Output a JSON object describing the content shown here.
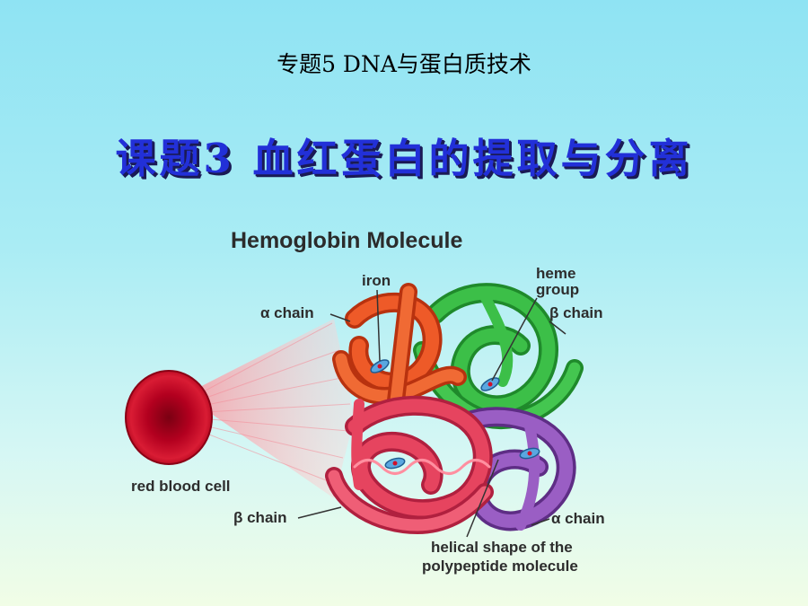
{
  "slide": {
    "subtitle": "专题5   DNA与蛋白质技术",
    "title": "课题3  血红蛋白的提取与分离"
  },
  "figure": {
    "title": "Hemoglobin Molecule",
    "labels": {
      "iron": "iron",
      "heme_line1": "heme",
      "heme_line2": "group",
      "alpha_chain_top": "α chain",
      "beta_chain_top": "β chain",
      "red_blood_cell": "red blood cell",
      "beta_chain_bottom": "β chain",
      "alpha_chain_bottom": "α chain",
      "helical_line1": "helical shape of the",
      "helical_line2": "polypeptide molecule"
    },
    "colors": {
      "alpha_top": "#e8491f",
      "beta_top": "#2fa83a",
      "beta_bottom": "#e0405e",
      "alpha_bottom": "#8a4fb0",
      "red_blood_cell": "#c0102a",
      "heme": "#5aa7e0"
    }
  }
}
